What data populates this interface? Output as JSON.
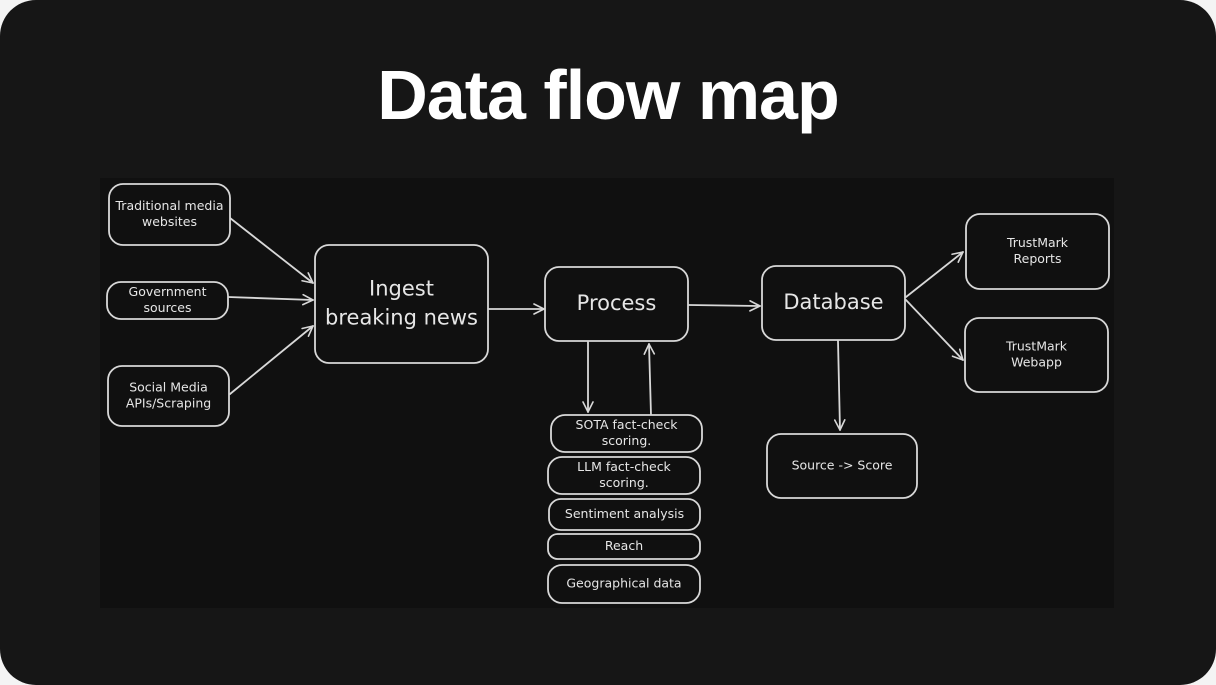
{
  "title": "Data flow map",
  "colors": {
    "card_background": "#161616",
    "diagram_background": "#101010",
    "stroke": "#d8d8d8",
    "text": "#e6e6e6",
    "title_text": "#ffffff"
  },
  "diagram": {
    "nodes": [
      {
        "id": "traditional-media",
        "lines": [
          "Traditional media",
          "websites"
        ]
      },
      {
        "id": "government",
        "lines": [
          "Government",
          "sources"
        ]
      },
      {
        "id": "social-media",
        "lines": [
          "Social Media",
          "APIs/Scraping"
        ]
      },
      {
        "id": "ingest",
        "lines": [
          "Ingest",
          "breaking news"
        ]
      },
      {
        "id": "process",
        "lines": [
          "Process"
        ]
      },
      {
        "id": "database",
        "lines": [
          "Database"
        ]
      },
      {
        "id": "trustmark-reports",
        "lines": [
          "TrustMark",
          "Reports"
        ]
      },
      {
        "id": "trustmark-webapp",
        "lines": [
          "TrustMark",
          "Webapp"
        ]
      },
      {
        "id": "source-score",
        "lines": [
          "Source -> Score"
        ]
      },
      {
        "id": "sota-factcheck",
        "lines": [
          "SOTA fact-check",
          "scoring."
        ]
      },
      {
        "id": "llm-factcheck",
        "lines": [
          "LLM fact-check",
          "scoring."
        ]
      },
      {
        "id": "sentiment",
        "lines": [
          "Sentiment analysis"
        ]
      },
      {
        "id": "reach",
        "lines": [
          "Reach"
        ]
      },
      {
        "id": "geo",
        "lines": [
          "Geographical data"
        ]
      }
    ],
    "edges": [
      {
        "from": "traditional-media",
        "to": "ingest"
      },
      {
        "from": "government",
        "to": "ingest"
      },
      {
        "from": "social-media",
        "to": "ingest"
      },
      {
        "from": "ingest",
        "to": "process"
      },
      {
        "from": "process",
        "to": "database"
      },
      {
        "from": "process",
        "to": "sota-factcheck"
      },
      {
        "from": "sota-factcheck",
        "to": "process"
      },
      {
        "from": "database",
        "to": "trustmark-reports"
      },
      {
        "from": "database",
        "to": "trustmark-webapp"
      },
      {
        "from": "database",
        "to": "source-score"
      }
    ]
  }
}
